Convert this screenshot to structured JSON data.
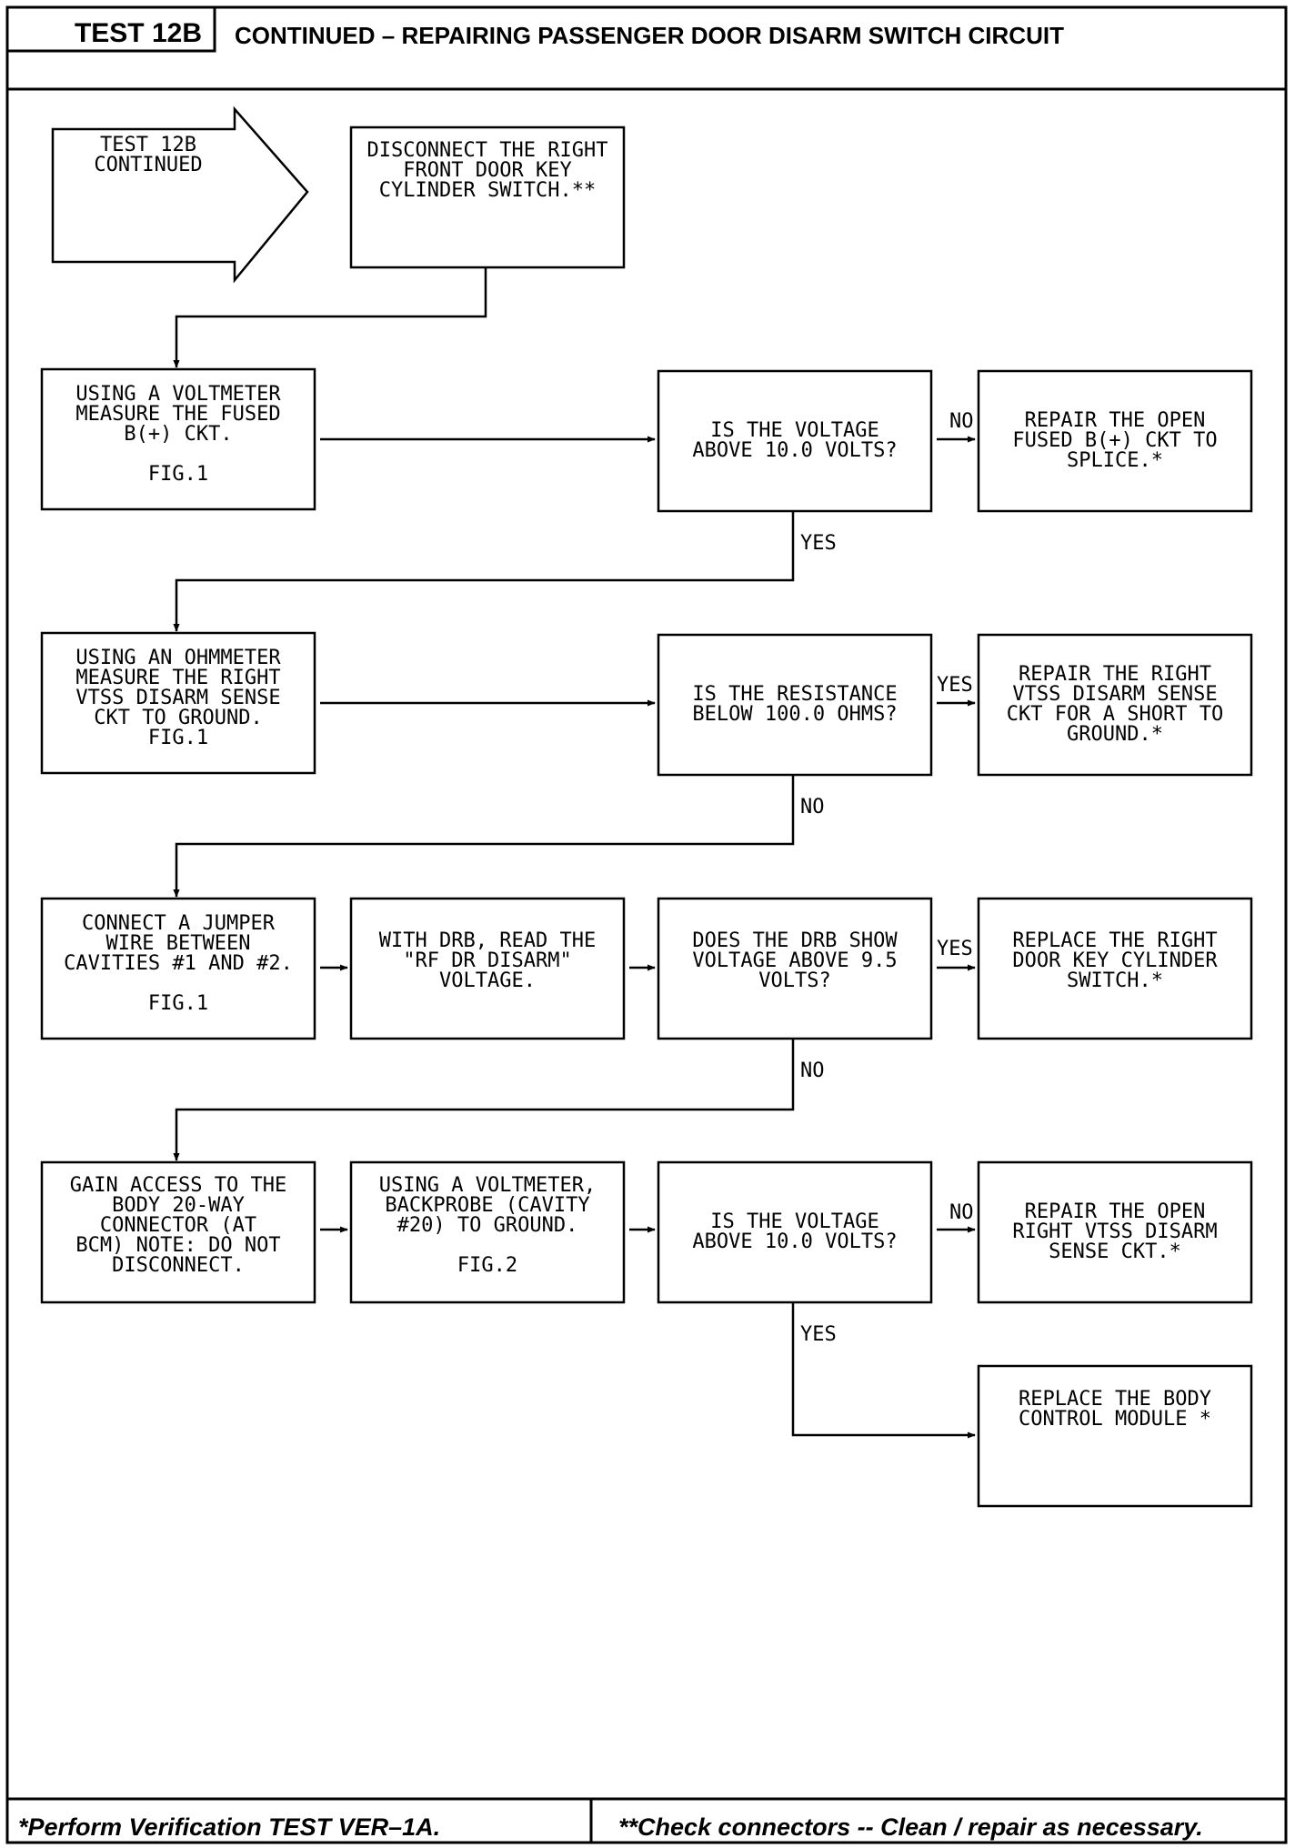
{
  "header": {
    "test_label": "TEST 12B",
    "title": "CONTINUED – REPAIRING PASSENGER DOOR DISARM SWITCH CIRCUIT"
  },
  "flowchart": {
    "start": {
      "lines": [
        "TEST 12B",
        "CONTINUED"
      ]
    },
    "disconnect": {
      "lines": [
        "DISCONNECT THE RIGHT",
        "FRONT DOOR KEY",
        "CYLINDER SWITCH.**"
      ]
    },
    "voltmeter_fused": {
      "lines": [
        "USING A VOLTMETER",
        "MEASURE THE FUSED",
        "B(+) CKT.",
        "",
        "FIG.1"
      ]
    },
    "q_voltage_1": {
      "lines": [
        "IS THE VOLTAGE",
        "ABOVE 10.0 VOLTS?"
      ]
    },
    "repair_fused": {
      "lines": [
        "REPAIR THE OPEN",
        "FUSED B(+) CKT TO",
        "SPLICE.*"
      ]
    },
    "ohmmeter": {
      "lines": [
        "USING AN OHMMETER",
        "MEASURE THE RIGHT",
        "VTSS DISARM SENSE",
        "CKT TO GROUND.",
        "FIG.1"
      ]
    },
    "q_resistance": {
      "lines": [
        "IS THE RESISTANCE",
        "BELOW 100.0 OHMS?"
      ]
    },
    "repair_short": {
      "lines": [
        "REPAIR THE RIGHT",
        "VTSS DISARM SENSE",
        "CKT FOR A SHORT TO",
        "GROUND.*"
      ]
    },
    "jumper": {
      "lines": [
        "CONNECT A JUMPER",
        "WIRE BETWEEN",
        "CAVITIES #1 AND #2.",
        "",
        "FIG.1"
      ]
    },
    "drb_read": {
      "lines": [
        "WITH DRB, READ THE",
        "\"RF DR DISARM\"",
        "VOLTAGE."
      ]
    },
    "q_drb": {
      "lines": [
        "DOES THE DRB SHOW",
        "VOLTAGE ABOVE 9.5",
        "VOLTS?"
      ]
    },
    "replace_switch": {
      "lines": [
        "REPLACE THE RIGHT",
        "DOOR KEY CYLINDER",
        "SWITCH.*"
      ]
    },
    "gain_access": {
      "lines": [
        "GAIN ACCESS TO THE",
        "BODY 20-WAY",
        "CONNECTOR (AT",
        "BCM) NOTE: DO NOT",
        "DISCONNECT."
      ]
    },
    "backprobe": {
      "lines": [
        "USING A VOLTMETER,",
        "BACKPROBE (CAVITY",
        "#20) TO GROUND.",
        "",
        "FIG.2"
      ]
    },
    "q_voltage_2": {
      "lines": [
        "IS THE VOLTAGE",
        "ABOVE 10.0 VOLTS?"
      ]
    },
    "repair_sense": {
      "lines": [
        "REPAIR THE OPEN",
        "RIGHT VTSS DISARM",
        "SENSE CKT.*"
      ]
    },
    "replace_bcm": {
      "lines": [
        "REPLACE THE BODY",
        "CONTROL MODULE *"
      ]
    },
    "labels": {
      "no_1": "NO",
      "yes_1": "YES",
      "yes_2": "YES",
      "no_2": "NO",
      "yes_3": "YES",
      "no_3": "NO",
      "no_4": "NO",
      "yes_4": "YES"
    }
  },
  "footer": {
    "left": "*Perform Verification TEST VER–1A.",
    "right": "**Check connectors -- Clean / repair as necessary."
  }
}
